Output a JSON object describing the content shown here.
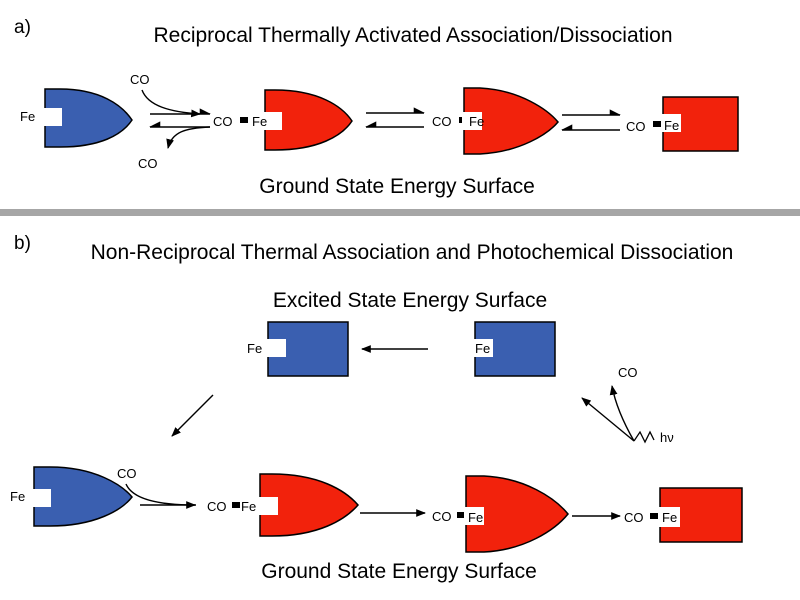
{
  "colors": {
    "blue": "#3a5fb0",
    "red": "#f2220c",
    "divider": "#a6a6a6",
    "stroke": "#000000"
  },
  "panel_a": {
    "letter": "a)",
    "title": "Reciprocal Thermally Activated Association/Dissociation",
    "surface_label": "Ground State Energy Surface",
    "fe": "Fe",
    "co": "CO"
  },
  "panel_b": {
    "letter": "b)",
    "title": "Non-Reciprocal Thermal Association and Photochemical Dissociation",
    "excited_label": "Excited State Energy Surface",
    "surface_label": "Ground State Energy Surface",
    "fe": "Fe",
    "co": "CO",
    "hv": "hν"
  }
}
